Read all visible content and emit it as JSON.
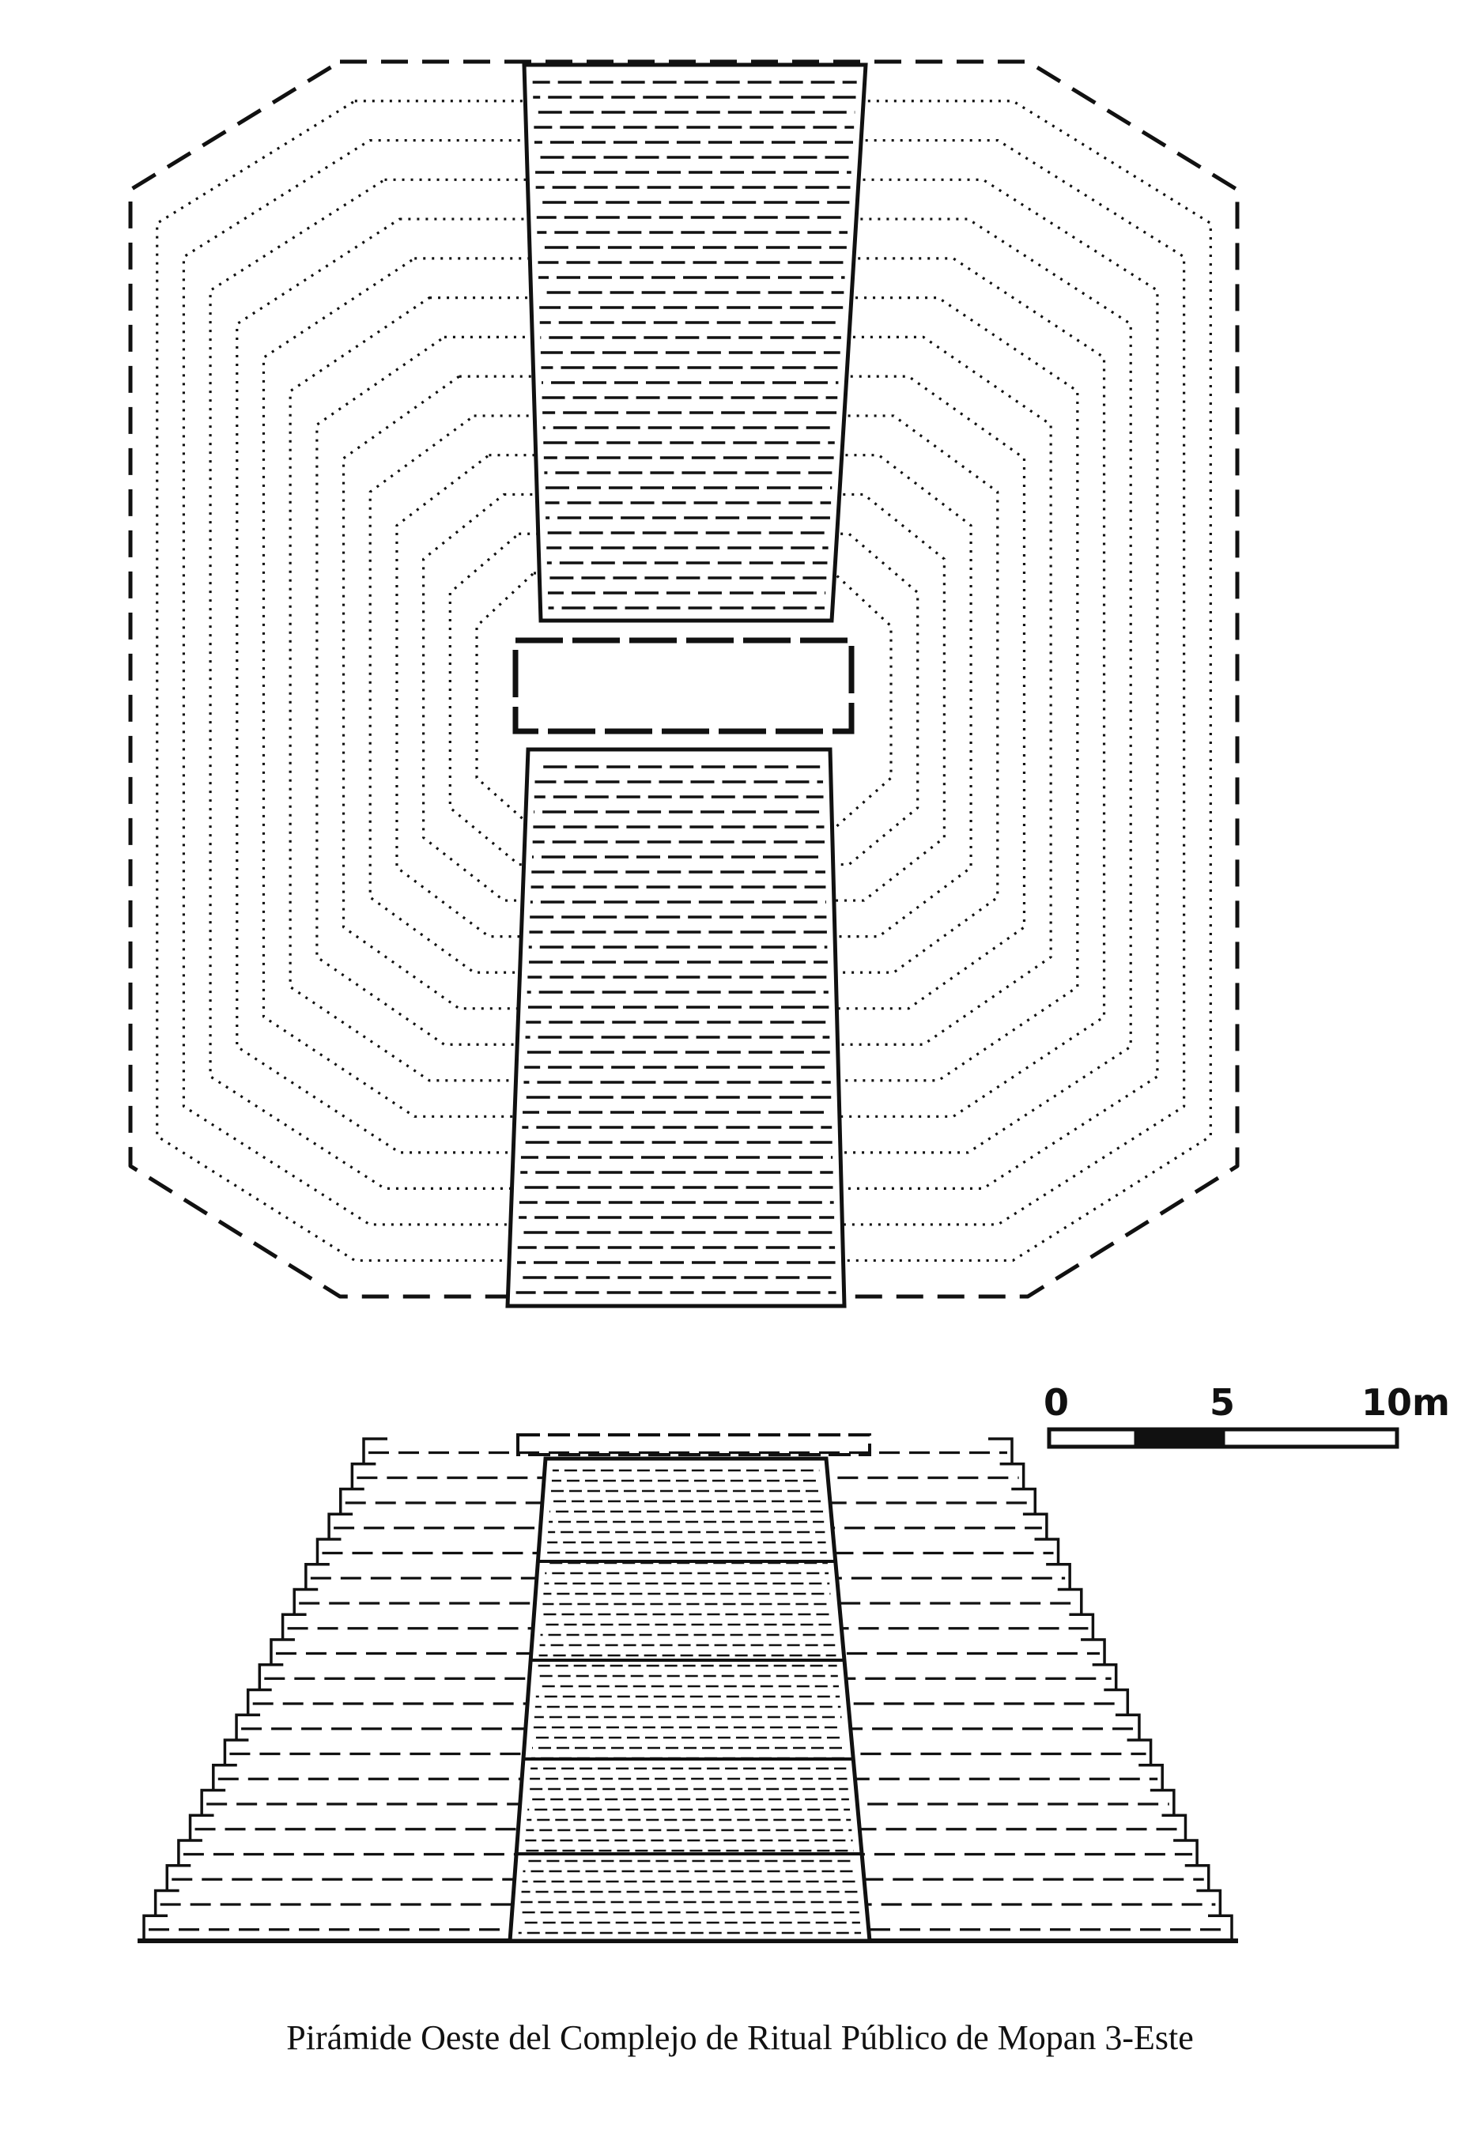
{
  "caption": "Pirámide Oeste del Complejo de Ritual Público de Mopan 3-Este",
  "scale_bar": {
    "labels": [
      "0",
      "5",
      "10m"
    ]
  },
  "plan_view": {
    "contour_rings": 14
  },
  "elevation_view": {
    "terraces": 20
  },
  "colors": {
    "ink": "#111111",
    "paper": "#ffffff"
  }
}
